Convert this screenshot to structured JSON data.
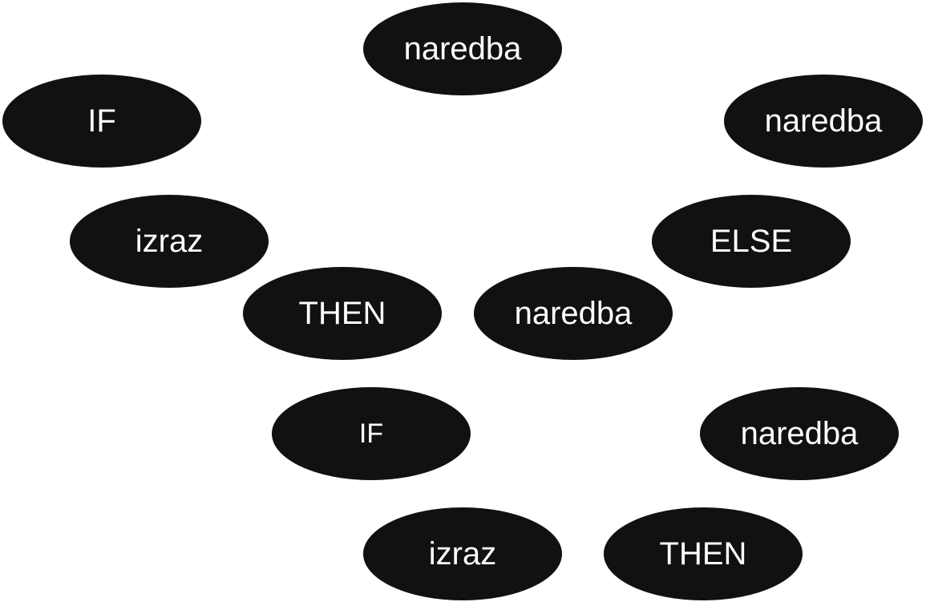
{
  "diagram": {
    "nodes": [
      {
        "label": "naredba"
      },
      {
        "label": "IF"
      },
      {
        "label": "naredba"
      },
      {
        "label": "izraz"
      },
      {
        "label": "ELSE"
      },
      {
        "label": "THEN"
      },
      {
        "label": "naredba"
      },
      {
        "label": "IF"
      },
      {
        "label": "naredba"
      },
      {
        "label": "izraz"
      },
      {
        "label": "THEN"
      }
    ],
    "colors": {
      "node_fill": "#111111",
      "node_text": "#ffffff",
      "background": "#ffffff"
    }
  }
}
